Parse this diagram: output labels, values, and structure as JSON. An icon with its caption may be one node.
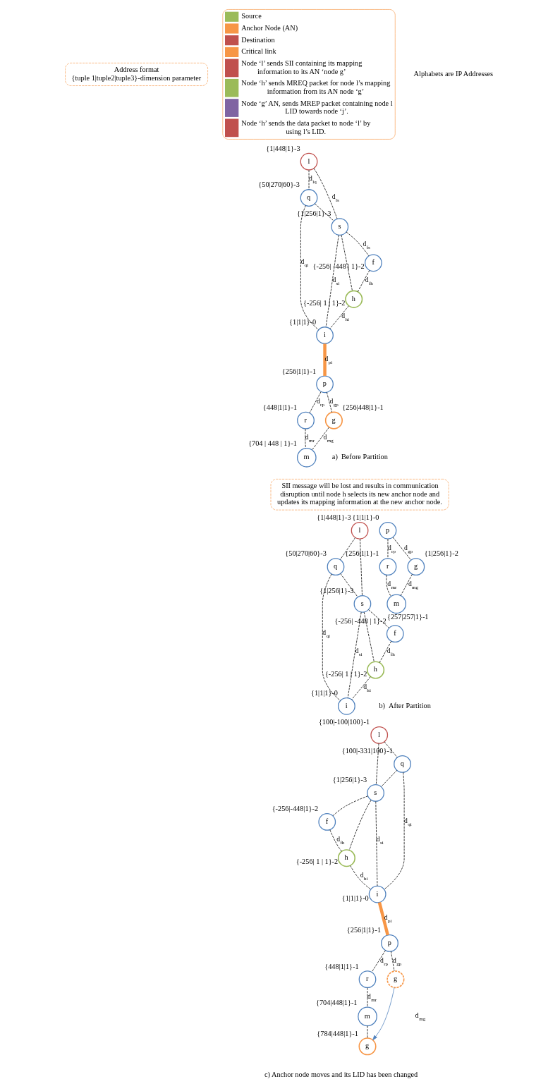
{
  "diagram": {
    "nodes": [
      {
        "text": [
          "Address format",
          "{tuple 1|tuple2|tuple3}-dimension parameter"
        ]
      },
      {
        "text": [
          "l"
        ],
        "beside": [
          "{1|448|1}-3"
        ]
      },
      {
        "text": [
          "q"
        ],
        "beside": [
          "{50|270|60}-3"
        ]
      },
      {
        "text": [
          "s"
        ],
        "beside": [
          "{1|256|1}-3"
        ]
      },
      {
        "text": [
          "i"
        ],
        "beside": [
          "{1|1|1}-0"
        ]
      },
      {
        "text": [
          "f"
        ],
        "beside": [
          "{-256| -448 | 1}-2"
        ]
      },
      {
        "text": [
          "h"
        ],
        "beside": [
          "{-256| 1 | 1}-2"
        ]
      },
      {
        "text": [
          "p"
        ],
        "beside": [
          "{256|1|1}-1"
        ]
      },
      {
        "text": [
          "r"
        ],
        "beside": [
          "{448|1|1}-1"
        ]
      },
      {
        "text": [
          "m"
        ],
        "beside": [
          "{704 | 448 | 1}-1"
        ]
      },
      {
        "text": [
          "g"
        ],
        "beside": [
          "{256|448|1}-1"
        ]
      },
      {
        "text": [
          "SII message will be lost and results in communication disruption until node h selects its new anchor node and updates its mapping information at the new anchor node."
        ]
      },
      {
        "text": [
          "l"
        ],
        "beside": [
          "{1|448|1}-3"
        ]
      },
      {
        "text": [
          "q"
        ],
        "beside": [
          "{50|270|60}-3"
        ]
      },
      {
        "text": [
          "s"
        ],
        "beside": [
          "{1|256|1}-3"
        ]
      },
      {
        "text": [
          "i"
        ],
        "beside": [
          "{1|1|1}-0"
        ]
      },
      {
        "text": [
          "f"
        ],
        "beside": [
          "{-256| -448 | 1}-2"
        ]
      },
      {
        "text": [
          "h"
        ],
        "beside": [
          "{-256| 1 | 1}-2"
        ]
      },
      {
        "text": [
          "r"
        ],
        "beside": [
          "{256|1|1}-1"
        ]
      },
      {
        "text": [
          "p"
        ],
        "beside": [
          "{1|1|1}-0"
        ]
      },
      {
        "text": [
          "m"
        ],
        "beside": [
          "{257|257|1}-1"
        ]
      },
      {
        "text": [
          "g"
        ],
        "beside": [
          "{1|256|1}-2"
        ]
      },
      {
        "text": [
          "l"
        ],
        "beside": [
          "{100|-100|100}-1"
        ]
      },
      {
        "text": [
          "q"
        ],
        "beside": [
          "{100|-331|100}-1"
        ]
      },
      {
        "text": [
          "s"
        ],
        "beside": [
          "{1|256|1}-3"
        ]
      },
      {
        "text": [
          "i"
        ],
        "beside": [
          "{1|1|1}-0"
        ]
      },
      {
        "text": [
          "f"
        ],
        "beside": [
          "{-256|-448|1}-2"
        ]
      },
      {
        "text": [
          "h"
        ],
        "beside": [
          "{-256| 1 | 1}-2"
        ]
      },
      {
        "text": [
          "p"
        ],
        "beside": [
          "{256|1|1}-1"
        ]
      },
      {
        "text": [
          "r"
        ],
        "beside": [
          "{448|1|1}-1"
        ]
      },
      {
        "text": [
          "m"
        ],
        "beside": [
          "{704|448|1}-1"
        ]
      },
      {
        "text": [
          "g"
        ]
      },
      {
        "text": [
          "g"
        ],
        "beside": [
          "{784|448|1}-1"
        ]
      }
    ],
    "edges": [
      {
        "from": 1,
        "to": 2,
        "arrow": "none",
        "style": "dashed",
        "label": "d$_{lq}$"
      },
      {
        "from": 1,
        "to": 3,
        "arrow": "none",
        "style": "dashed",
        "label": "d$_{ls}$"
      },
      {
        "from": 2,
        "to": 3,
        "arrow": "none",
        "style": "dashed"
      },
      {
        "from": 2,
        "to": 4,
        "arrow": "none",
        "style": "dashed",
        "label": "d$_{qi}$"
      },
      {
        "from": 3,
        "to": 4,
        "arrow": "none",
        "style": "dashed",
        "label": "d$_{si}$"
      },
      {
        "from": 3,
        "to": 5,
        "arrow": "none",
        "style": "dashed",
        "label": "d$_{fs}$"
      },
      {
        "from": 3,
        "to": 6,
        "arrow": "none",
        "style": "dashed"
      },
      {
        "from": 5,
        "to": 6,
        "arrow": "none",
        "style": "dashed",
        "label": "d$_{fh}$"
      },
      {
        "from": 6,
        "to": 4,
        "arrow": "none",
        "style": "dashed",
        "label": "d$_{hi}$"
      },
      {
        "from": 4,
        "to": 7,
        "arrow": "none",
        "label": "d$_{pi}$",
        "style": "thick",
        "color": "#f79646"
      },
      {
        "from": 7,
        "to": 8,
        "arrow": "none",
        "style": "dashed",
        "label": "d$_{rp}$"
      },
      {
        "from": 8,
        "to": 9,
        "arrow": "none",
        "style": "dashed",
        "label": "d$_{mr}$"
      },
      {
        "from": 10,
        "to": 9,
        "arrow": "none",
        "style": "dashed",
        "label": "d$_{mg}$"
      },
      {
        "from": 7,
        "to": 10,
        "arrow": "none",
        "style": "dashed",
        "label": "d$_{gp}$"
      },
      {
        "from": 12,
        "to": 13,
        "arrow": "none",
        "style": "dashed"
      },
      {
        "from": 12,
        "to": 14,
        "arrow": "none",
        "style": "dashed"
      },
      {
        "from": 13,
        "to": 14,
        "arrow": "none",
        "style": "dashed"
      },
      {
        "from": 13,
        "to": 15,
        "arrow": "none",
        "style": "dashed",
        "label": "d$_{qi}$"
      },
      {
        "from": 14,
        "to": 15,
        "arrow": "none",
        "style": "dashed",
        "label": "d$_{si}$"
      },
      {
        "from": 14,
        "to": 16,
        "arrow": "none",
        "style": "dashed"
      },
      {
        "from": 14,
        "to": 17,
        "arrow": "none",
        "style": "dashed"
      },
      {
        "from": 16,
        "to": 17,
        "arrow": "none",
        "style": "dashed",
        "label": "d$_{fh}$"
      },
      {
        "from": 17,
        "to": 15,
        "arrow": "none",
        "style": "dashed",
        "label": "d$_{hi}$"
      },
      {
        "from": 19,
        "to": 18,
        "arrow": "none",
        "style": "dashed",
        "label": "d$_{rp}$"
      },
      {
        "from": 18,
        "to": 20,
        "arrow": "none",
        "style": "dashed",
        "label": "d$_{mr}$"
      },
      {
        "from": 19,
        "to": 21,
        "arrow": "none",
        "style": "dashed",
        "label": "d$_{gp}$"
      },
      {
        "from": 21,
        "to": 20,
        "arrow": "none",
        "style": "dashed",
        "label": "d$_{mg}$"
      },
      {
        "from": 22,
        "to": 23,
        "arrow": "none",
        "style": "dashed"
      },
      {
        "from": 22,
        "to": 24,
        "arrow": "none",
        "style": "dashed"
      },
      {
        "from": 23,
        "to": 24,
        "arrow": "none",
        "style": "dashed"
      },
      {
        "from": 23,
        "to": 25,
        "arrow": "none",
        "style": "dashed",
        "label": "d$_{qi}$"
      },
      {
        "from": 24,
        "to": 25,
        "arrow": "none",
        "style": "dashed",
        "label": "d$_{si}$"
      },
      {
        "from": 24,
        "to": 26,
        "arrow": "none",
        "style": "dashed"
      },
      {
        "from": 24,
        "to": 27,
        "arrow": "none",
        "style": "dashed"
      },
      {
        "from": 26,
        "to": 27,
        "arrow": "none",
        "style": "dashed",
        "label": "d$_{fh}$"
      },
      {
        "from": 27,
        "to": 25,
        "arrow": "none",
        "style": "dashed",
        "label": "d$_{hi}$"
      },
      {
        "from": 25,
        "to": 28,
        "arrow": "none",
        "label": "d$_{pi}$",
        "style": "thick",
        "color": "#f79646"
      },
      {
        "from": 28,
        "to": 29,
        "arrow": "none",
        "style": "dashed",
        "label": "d$_{rp}$"
      },
      {
        "from": 29,
        "to": 30,
        "arrow": "none",
        "style": "dashed",
        "label": "d$_{mr}$"
      },
      {
        "from": 30,
        "to": 32,
        "arrow": "none",
        "style": "dashed"
      },
      {
        "from": 28,
        "to": 31,
        "arrow": "none",
        "style": "dashed",
        "label": "d$_{gp}$"
      },
      {
        "from": 31,
        "to": 32,
        "arrow": "to",
        "color": "#4f81bd"
      }
    ],
    "labels": [
      "Alphabets are IP Addresses",
      "a)  Before Partition",
      "b)  After Partition",
      "d$_{mg}$",
      "c) Anchor node moves and its LID has been changed"
    ],
    "legend": [
      {
        "text": "Source",
        "color": "#9bbb59"
      },
      {
        "text": "Anchor Node (AN)",
        "color": "#f79646"
      },
      {
        "text": "Destination",
        "color": "#c0504d"
      },
      {
        "text": "Critical link",
        "color": "#f79646"
      },
      {
        "text": "Node ‘l’ sends SII containing its mapping information to its AN ‘node g’",
        "color": "#c0504d"
      },
      {
        "text": "Node ‘h’ sends MREQ packet for node l’s mapping information from its AN node ‘g’",
        "color": "#9bbb59"
      },
      {
        "text": "Node ‘g’ AN, sends MREP packet containing node l LID towards node ‘j’.",
        "color": "#8064a2"
      },
      {
        "text": "Node ‘h’ sends the data packet to node ‘l’ by using l’s LID.",
        "color": "#c0504d"
      }
    ]
  }
}
